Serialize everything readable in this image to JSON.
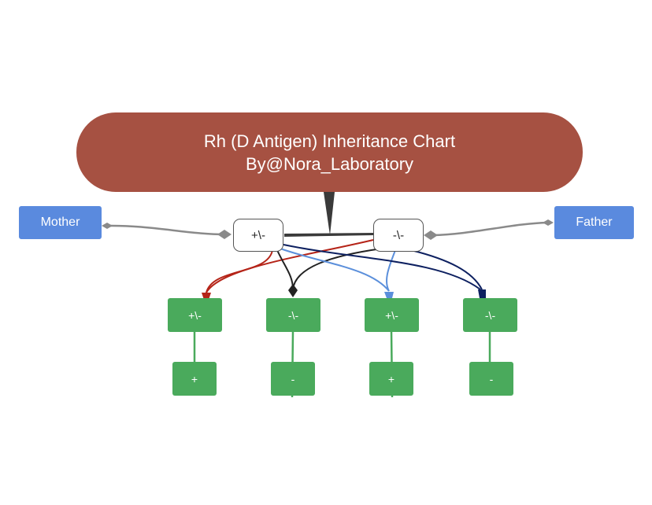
{
  "title": {
    "line1": "Rh (D Antigen) Inheritance Chart",
    "line2": "By@Nora_Laboratory"
  },
  "parents": {
    "mother": {
      "label": "Mother",
      "genotype": "+\\-"
    },
    "father": {
      "label": "Father",
      "genotype": "-\\-"
    }
  },
  "children": [
    {
      "genotype": "+\\-",
      "phenotype": "+"
    },
    {
      "genotype": "-\\-",
      "phenotype": "-"
    },
    {
      "genotype": "+\\-",
      "phenotype": "+"
    },
    {
      "genotype": "-\\-",
      "phenotype": "-"
    }
  ],
  "colors": {
    "title_fill": "#a65142",
    "parent_label_fill": "#5a8ade",
    "child_fill": "#4aaa5c",
    "connector_gray": "#8a8a8a",
    "genotype_border": "#555555",
    "child1_link": "#b52418",
    "child2_link": "#222222",
    "child3_link": "#5b8fdb",
    "child4_link": "#0d2060"
  }
}
